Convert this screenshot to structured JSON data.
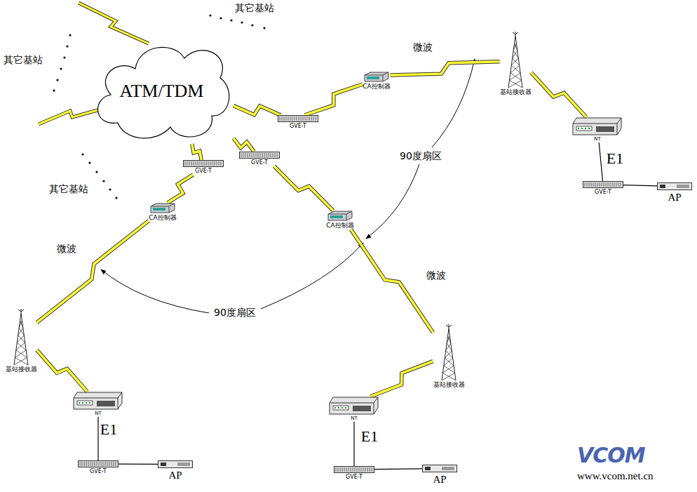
{
  "diagram": {
    "nodes": [
      {
        "text": [
          "ATM/TDM"
        ]
      },
      {
        "text": [
          "GVE-T"
        ]
      },
      {
        "text": [
          "GVE-T"
        ]
      },
      {
        "text": [
          "GVE-T"
        ]
      },
      {
        "text": [
          "CA控制器"
        ]
      },
      {
        "text": [
          "CA控制器"
        ]
      },
      {
        "text": [
          "CA控制器"
        ]
      },
      {
        "text": [
          "基站接收器"
        ]
      },
      {
        "text": [
          "NT"
        ]
      },
      {
        "text": [
          "GVE-T"
        ]
      },
      {
        "text": [
          "AP"
        ]
      },
      {
        "text": [
          "基站接收器"
        ]
      },
      {
        "text": [
          "NT"
        ]
      },
      {
        "text": [
          "GVE-T"
        ]
      },
      {
        "text": [
          "AP"
        ]
      },
      {
        "text": [
          "基站接收器"
        ]
      },
      {
        "text": [
          "NT"
        ]
      },
      {
        "text": [
          "GVE-T"
        ]
      },
      {
        "text": [
          "AP"
        ]
      }
    ],
    "edges": [
      {
        "from": 0,
        "to": 1,
        "arrow": "none"
      },
      {
        "from": 0,
        "to": 2,
        "arrow": "none"
      },
      {
        "from": 0,
        "to": 3,
        "arrow": "none"
      },
      {
        "from": 1,
        "to": 4,
        "arrow": "none"
      },
      {
        "from": 2,
        "to": 5,
        "arrow": "none"
      },
      {
        "from": 3,
        "to": 6,
        "arrow": "none"
      },
      {
        "from": 4,
        "to": 7,
        "label": "微波",
        "arrow": "none"
      },
      {
        "from": 5,
        "to": 15,
        "label": "微波",
        "arrow": "none"
      },
      {
        "from": 6,
        "to": 11,
        "label": "微波",
        "arrow": "none"
      },
      {
        "from": 7,
        "to": 8,
        "arrow": "none"
      },
      {
        "from": 8,
        "to": 9,
        "label": "E1",
        "arrow": "none"
      },
      {
        "from": 9,
        "to": 10,
        "arrow": "none"
      },
      {
        "from": 11,
        "to": 12,
        "arrow": "none"
      },
      {
        "from": 12,
        "to": 13,
        "label": "E1",
        "arrow": "none"
      },
      {
        "from": 13,
        "to": 14,
        "arrow": "none"
      },
      {
        "from": 15,
        "to": 16,
        "arrow": "none"
      },
      {
        "from": 16,
        "to": 17,
        "label": "E1",
        "arrow": "none"
      },
      {
        "from": 17,
        "to": 18,
        "arrow": "none"
      }
    ],
    "labels": [
      "其它基站",
      "其它基站",
      "其它基站",
      "90度扇区",
      "90度扇区",
      "VCOM",
      "www.vcom.net.cn"
    ]
  }
}
